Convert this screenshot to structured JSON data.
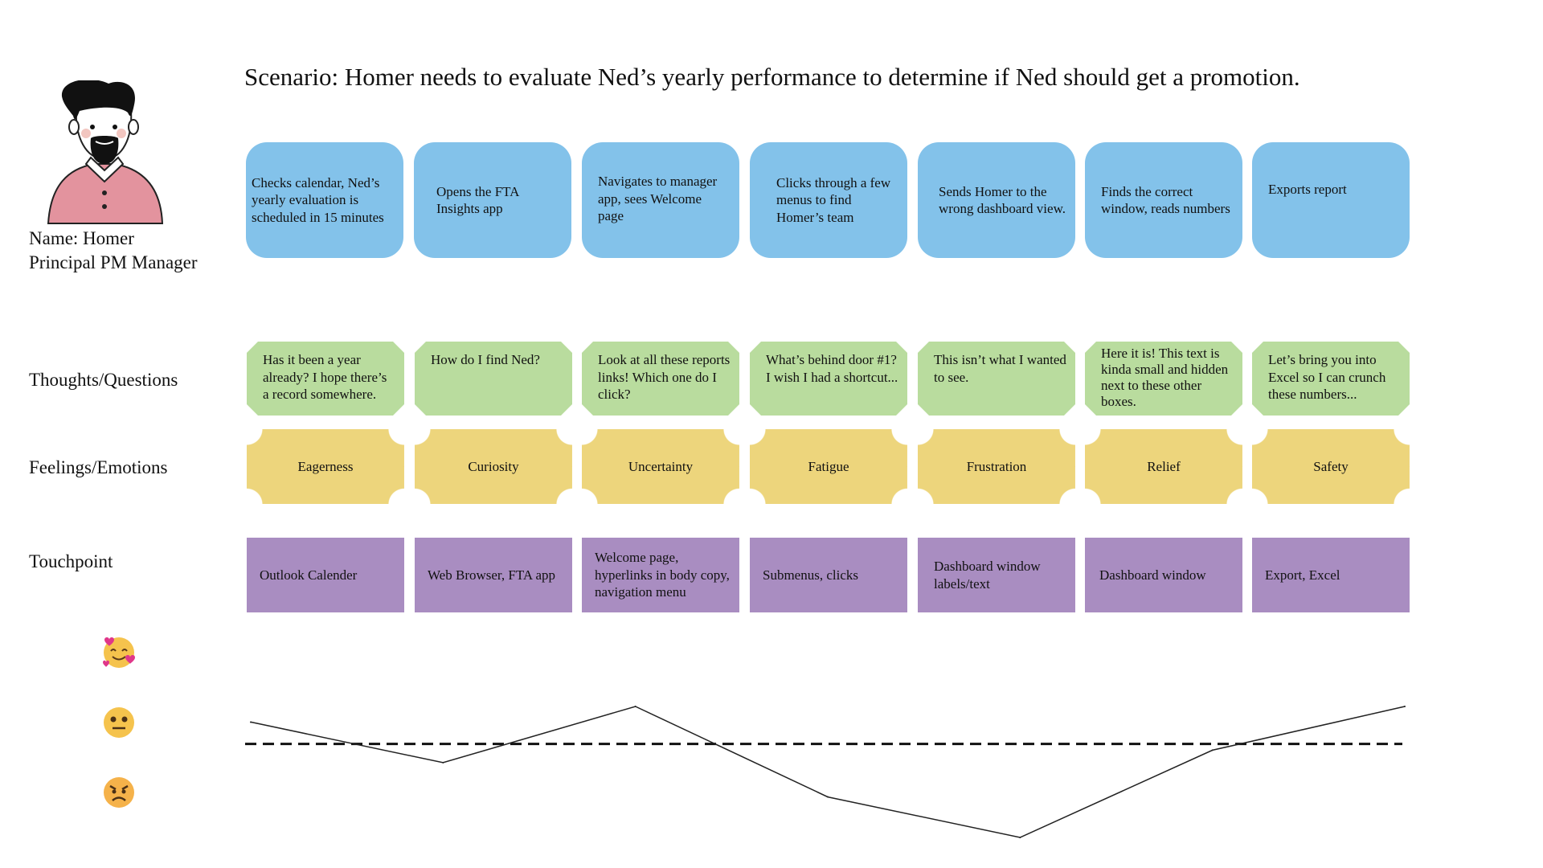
{
  "scenario": "Scenario: Homer needs to evaluate Ned’s yearly performance to determine if Ned should get a promotion.",
  "persona": {
    "name": "Name: Homer",
    "role": "Principal PM Manager",
    "colors": {
      "shirt": "#e3939e",
      "hair": "#111111"
    }
  },
  "row_labels": {
    "thoughts": "Thoughts/Questions",
    "feelings": "Feelings/Emotions",
    "touchpoint": "Touchpoint"
  },
  "colors": {
    "steps": "#83c2ea",
    "thoughts": "#b9dc9e",
    "feelings": "#edd57c",
    "touchpoints": "#a98dc1"
  },
  "steps": [
    "Checks calendar, Ned’s yearly evaluation is scheduled in 15 minutes",
    "Opens the FTA Insights app",
    "Navigates to manager app, sees Welcome page",
    "Clicks through a few menus to find Homer’s team",
    "Sends Homer to the wrong dashboard view.",
    "Finds the correct window, reads numbers",
    "Exports report"
  ],
  "thoughts": [
    "Has it been a year already? I hope there’s a record somewhere.",
    "How do I find Ned?",
    "Look at all these reports links! Which one do I click?",
    "What’s behind door #1? I wish I had a shortcut...",
    "This isn’t what I wanted to see.",
    "Here it is! This text is kinda small and hidden next to these other boxes.",
    "Let’s bring you into Excel so I can crunch these numbers..."
  ],
  "feelings": [
    "Eagerness",
    "Curiosity",
    "Uncertainty",
    "Fatigue",
    "Frustration",
    "Relief",
    "Safety"
  ],
  "touchpoints": [
    "Outlook Calender",
    "Web Browser, FTA app",
    "Welcome page, hyperlinks in body copy, navigation menu",
    "Submenus, clicks",
    "Dashboard window labels/text",
    "Dashboard window",
    "Export, Excel"
  ],
  "emotion_scale_icons": [
    "smiling-face-with-hearts-icon",
    "neutral-face-icon",
    "angry-face-icon"
  ],
  "chart_data": {
    "type": "line",
    "x": [
      0,
      1,
      2,
      3,
      4,
      5,
      6
    ],
    "values": [
      0.35,
      -0.3,
      0.6,
      -0.85,
      -1.5,
      -0.1,
      0.6
    ],
    "ylim": [
      -1.5,
      1
    ],
    "neutral_baseline": 0,
    "line_color": "#222222",
    "baseline_style": "dashed"
  }
}
